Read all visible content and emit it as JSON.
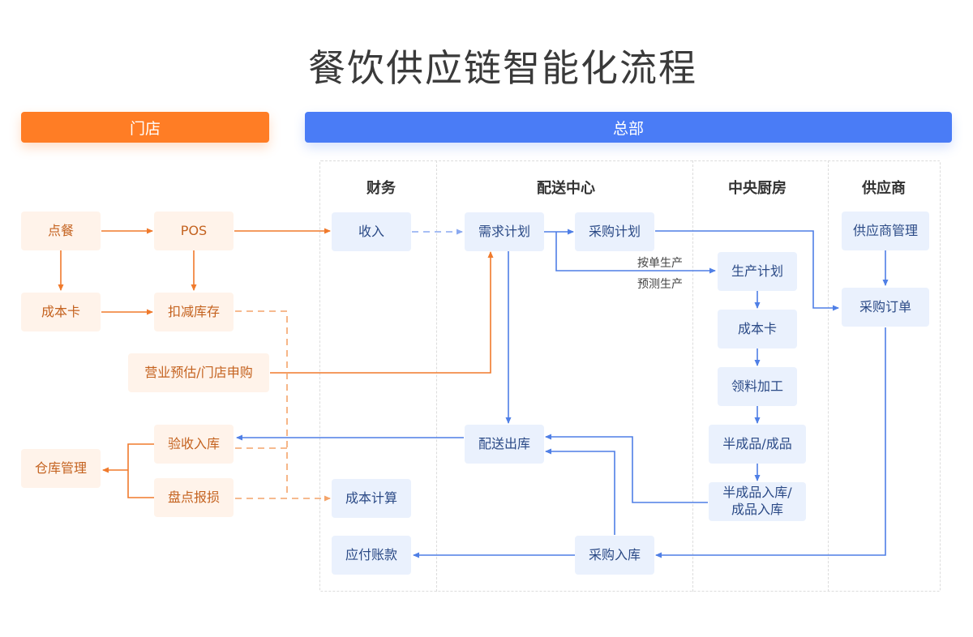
{
  "title": "餐饮供应链智能化流程",
  "bands": {
    "store": "门店",
    "hq": "总部"
  },
  "columns": {
    "finance": "财务",
    "distribution": "配送中心",
    "central_kitchen": "中央厨房",
    "supplier": "供应商"
  },
  "store_nodes": {
    "order": "点餐",
    "pos": "POS",
    "cost_card": "成本卡",
    "deduct_inventory": "扣减库存",
    "forecast_request": "营业预估/门店申购",
    "receive_stock": "验收入库",
    "warehouse": "仓库管理",
    "stocktake_loss": "盘点报损"
  },
  "finance_nodes": {
    "income": "收入",
    "cost_calc": "成本计算",
    "payable": "应付账款"
  },
  "distribution_nodes": {
    "demand_plan": "需求计划",
    "purchase_plan": "采购计划",
    "dispatch_out": "配送出库",
    "purchase_in": "采购入库"
  },
  "kitchen_nodes": {
    "production_plan": "生产计划",
    "cost_card": "成本卡",
    "material_process": "领料加工",
    "semi_finished": "半成品/成品",
    "semi_in_line1": "半成品入库/",
    "semi_in_line2": "成品入库"
  },
  "supplier_nodes": {
    "supplier_mgmt": "供应商管理",
    "purchase_order": "采购订单"
  },
  "edge_labels": {
    "by_order": "按单生产",
    "by_forecast": "预测生产"
  },
  "colors": {
    "store": "#ff7d25",
    "hq": "#4a7cf6",
    "store_line": "#f07a2c",
    "hq_line": "#4f7fe6",
    "store_dashed": "#f4a46a",
    "hq_dashed": "#8aa9f0"
  }
}
